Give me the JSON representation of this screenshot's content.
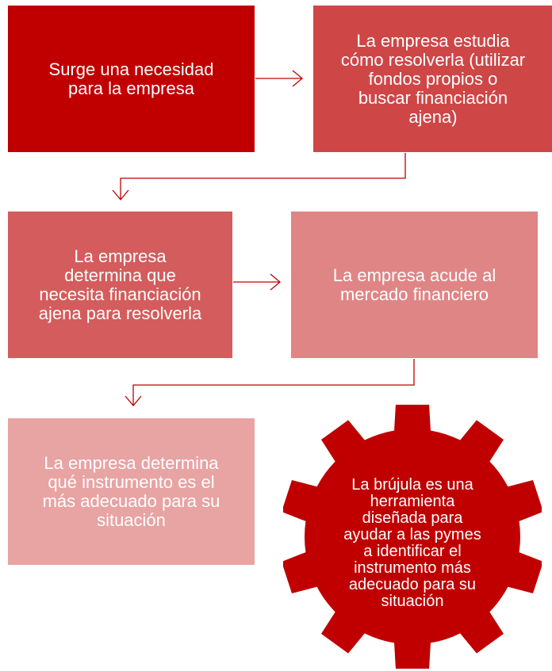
{
  "colors": {
    "step_1": "#c00000",
    "step_2": "#cf4647",
    "step_3": "#d45c5c",
    "step_4": "#df8585",
    "step_5": "#e8a3a3",
    "gear": "#c00000",
    "connector": "#c00000"
  },
  "steps": [
    {
      "text": "Surge una necesidad\npara la empresa"
    },
    {
      "text": "La empresa estudia\ncómo resolverla (utilizar\nfondos propios o\nbuscar financiación\najena)"
    },
    {
      "text": "La empresa\ndetermina que\nnecesita financiación\najena para resolverla"
    },
    {
      "text": "La empresa acude al\nmercado financiero"
    },
    {
      "text": "La empresa determina\nqué instrumento es el\nmás adecuado para su\nsituación"
    }
  ],
  "gear": {
    "icon": "gear-icon",
    "text": "La brújula es una\nherramienta\ndiseñada para\nayudar a las pymes\na identificar el\ninstrumento más\nadecuado para su\nsituación"
  }
}
